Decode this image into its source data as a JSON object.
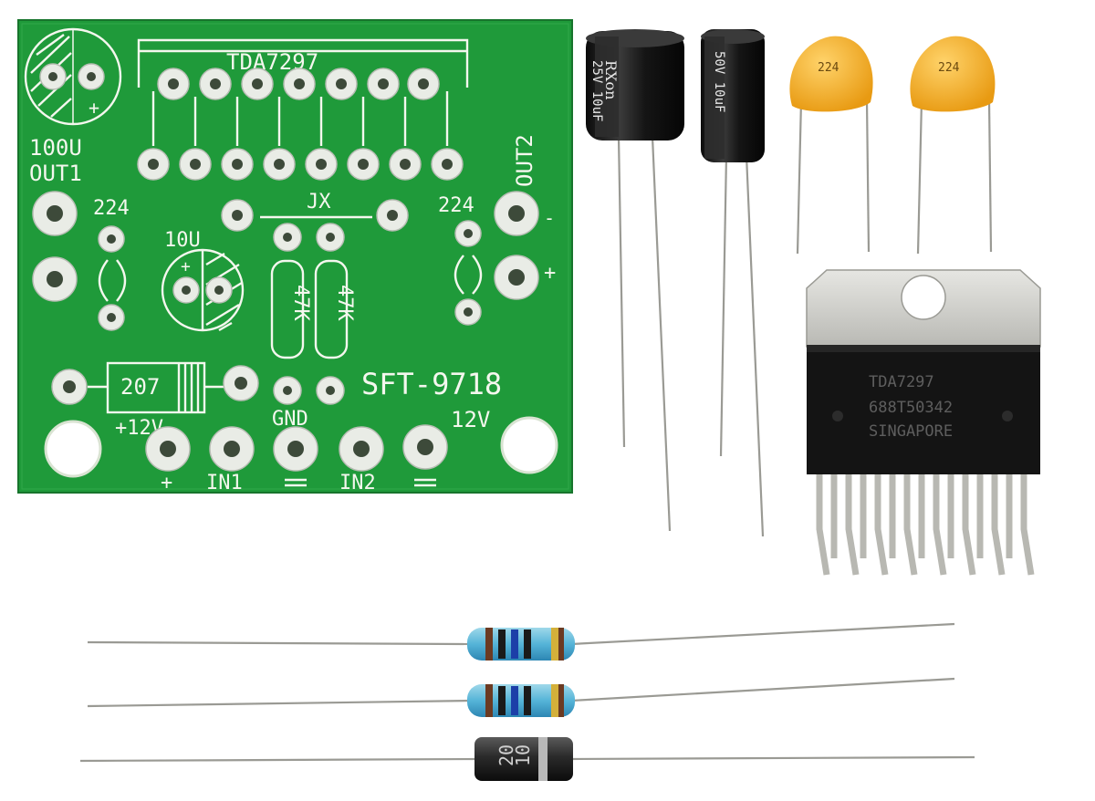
{
  "pcb": {
    "color": "#1f9a3a",
    "silk_color": "#f4f7ee",
    "labels": {
      "chip": "TDA7297",
      "cap_big": "100U",
      "out1": "OUT1",
      "out2": "OUT2",
      "cap_in_left": "224",
      "cap_in_right": "224",
      "cap_mid": "10U",
      "jumper": "JX",
      "res_left": "47K",
      "res_right": "47K",
      "diode": "207",
      "power": "+12V",
      "gnd": "GND",
      "model": "SFT-9718",
      "voltage": "12V",
      "plus_bottom": "+",
      "in1": "IN1",
      "in2": "IN2",
      "plus_out2": "+",
      "minus_out2": "-",
      "plus_cap_big": "+",
      "plus_cap_mid": "+"
    }
  },
  "components": {
    "cap1_text": "25V 10uF",
    "cap1_brand": "RXon",
    "cap2_text": "50V 10uF",
    "ceramic1": "224",
    "ceramic2": "224",
    "ic": {
      "line1": "TDA7297",
      "line2": "688T50342",
      "line3": "SINGAPORE"
    },
    "diode_marking": "20",
    "diode_marking2": "10"
  }
}
